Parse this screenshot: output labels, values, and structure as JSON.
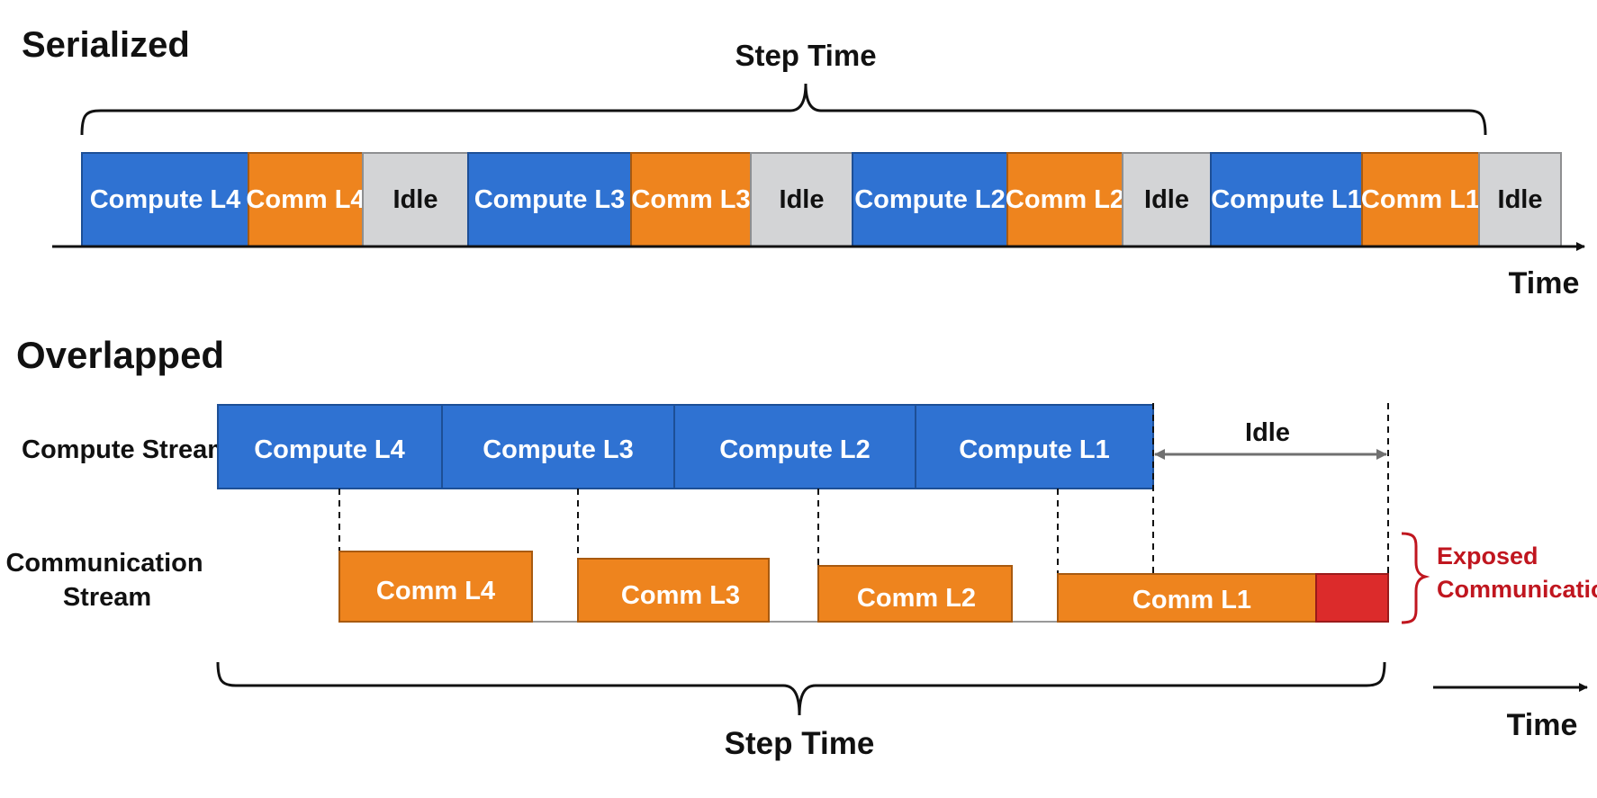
{
  "colors": {
    "compute": "#2f72d2",
    "comm": "#ee841e",
    "idle": "#d3d4d6",
    "exposed": "#dc2b2b",
    "exposed_text": "#c0161f",
    "ink": "#111111",
    "idle_arrow": "#707070"
  },
  "serialized": {
    "title": "Serialized",
    "step_time_label": "Step Time",
    "time_label": "Time",
    "blocks": [
      {
        "label": "Compute L4",
        "kind": "compute"
      },
      {
        "label": "Comm L4",
        "kind": "comm"
      },
      {
        "label": "Idle",
        "kind": "idle"
      },
      {
        "label": "Compute L3",
        "kind": "compute"
      },
      {
        "label": "Comm L3",
        "kind": "comm"
      },
      {
        "label": "Idle",
        "kind": "idle"
      },
      {
        "label": "Compute L2",
        "kind": "compute"
      },
      {
        "label": "Comm L2",
        "kind": "comm"
      },
      {
        "label": "Idle",
        "kind": "idle"
      },
      {
        "label": "Compute L1",
        "kind": "compute"
      },
      {
        "label": "Comm L1",
        "kind": "comm"
      },
      {
        "label": "Idle",
        "kind": "idle"
      }
    ]
  },
  "overlapped": {
    "title": "Overlapped",
    "compute_stream_label": "Compute Stream",
    "comm_stream_label_line1": "Communication",
    "comm_stream_label_line2": "Stream",
    "compute_blocks": [
      "Compute L4",
      "Compute L3",
      "Compute L2",
      "Compute L1"
    ],
    "comm_blocks": [
      "Comm L4",
      "Comm L3",
      "Comm L2",
      "Comm L1"
    ],
    "idle_label": "Idle",
    "exposed_label_line1": "Exposed",
    "exposed_label_line2": "Communication",
    "step_time_label": "Step Time",
    "time_label": "Time"
  }
}
